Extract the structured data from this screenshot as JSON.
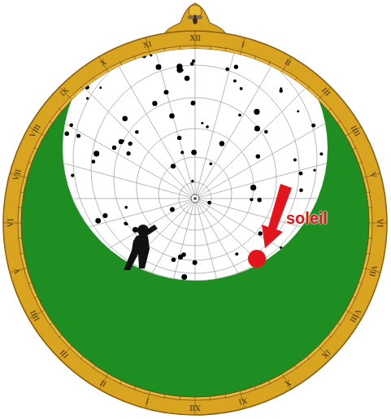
{
  "diagram": {
    "labels": [
      "XII",
      "I",
      "II",
      "III",
      "IIII",
      "V",
      "VI",
      "VII",
      "VIII",
      "IX",
      "X",
      "XI",
      "XII",
      "I",
      "II",
      "III",
      "IIII",
      "V",
      "VI",
      "VII",
      "VIII",
      "IX",
      "X",
      "XI",
      "soleil"
    ]
  }
}
